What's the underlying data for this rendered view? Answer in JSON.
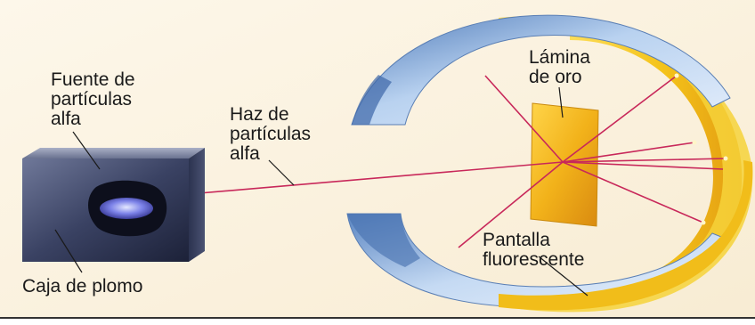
{
  "labels": {
    "source_line1": "Fuente de",
    "source_line2": "partículas",
    "source_line3": "alfa",
    "beam_line1": "Haz de",
    "beam_line2": "partículas",
    "beam_line3": "alfa",
    "foil_line1": "Lámina",
    "foil_line2": "de oro",
    "screen_line1": "Pantalla",
    "screen_line2": "fluorescente",
    "box": "Caja de plomo"
  },
  "colors": {
    "background": "#fbf3e3",
    "beam": "#c8285a",
    "ring_outer": "#8fb2dc",
    "ring_inner_screen": "#f2c218",
    "gold_foil": "#f0b51c",
    "lead_box": "#2a3150"
  }
}
